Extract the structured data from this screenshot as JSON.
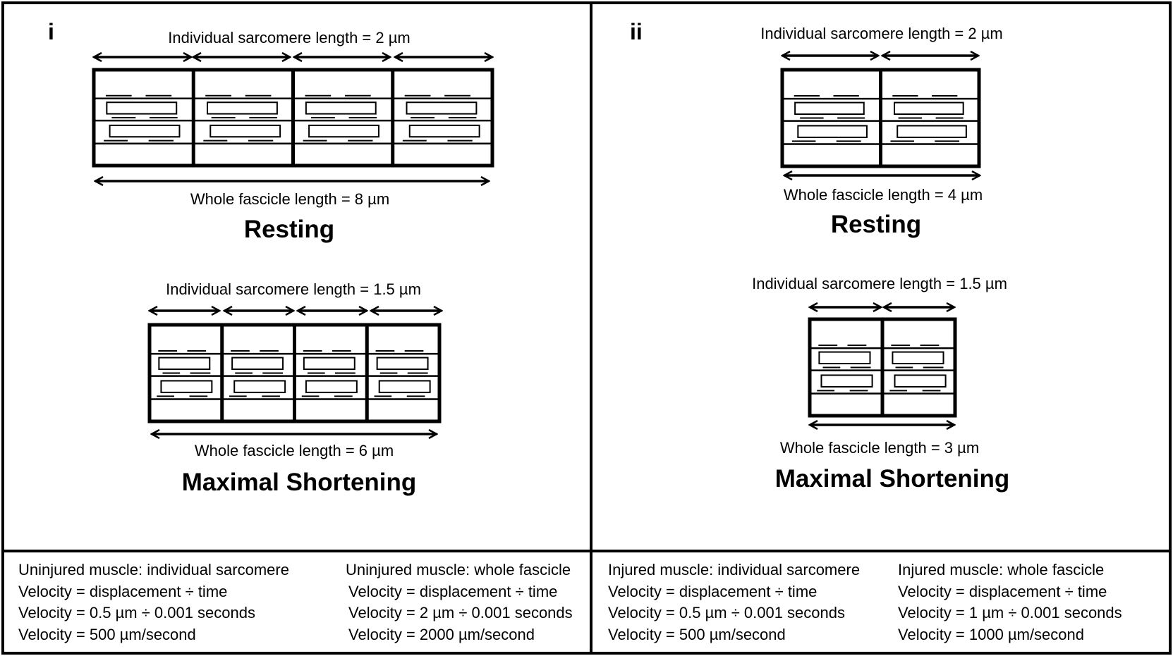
{
  "panels": [
    {
      "tag": "i",
      "resting": {
        "sarcomere_label": "Individual sarcomere length = 2 µm",
        "fascicle_label": "Whole fascicle length = 8 µm",
        "title": "Resting"
      },
      "shortening": {
        "sarcomere_label": "Individual sarcomere length = 1.5 µm",
        "fascicle_label": "Whole fascicle length = 6 µm",
        "title": "Maximal Shortening"
      }
    },
    {
      "tag": "ii",
      "resting": {
        "sarcomere_label": "Individual sarcomere length = 2 µm",
        "fascicle_label": "Whole fascicle length = 4 µm",
        "title": "Resting"
      },
      "shortening": {
        "sarcomere_label": "Individual sarcomere length = 1.5 µm",
        "fascicle_label": "Whole fascicle length = 3 µm",
        "title": "Maximal Shortening"
      }
    }
  ],
  "footer": [
    {
      "heading": "Uninjured muscle: individual sarcomere",
      "lines": [
        "Velocity = displacement ÷ time",
        "Velocity = 0.5 µm ÷ 0.001 seconds",
        "Velocity = 500 µm/second"
      ]
    },
    {
      "heading": "Uninjured muscle: whole fascicle",
      "lines": [
        "Velocity = displacement ÷ time",
        "Velocity = 2 µm ÷ 0.001 seconds",
        "Velocity = 2000 µm/second"
      ]
    },
    {
      "heading": "Injured muscle: individual sarcomere",
      "lines": [
        "Velocity = displacement ÷ time",
        "Velocity = 0.5 µm ÷ 0.001 seconds",
        "Velocity = 500 µm/second"
      ]
    },
    {
      "heading": "Injured muscle: whole fascicle",
      "lines": [
        "Velocity = displacement ÷ time",
        "Velocity = 1 µm ÷ 0.001 seconds",
        "Velocity = 1000 µm/second"
      ]
    }
  ],
  "diagram": {
    "resting_sarcomeres_i": 4,
    "shortening_sarcomeres_i": 4,
    "resting_sarcomeres_ii": 2,
    "shortening_sarcomeres_ii": 2,
    "line_color": "#000000",
    "background_color": "#ffffff"
  }
}
